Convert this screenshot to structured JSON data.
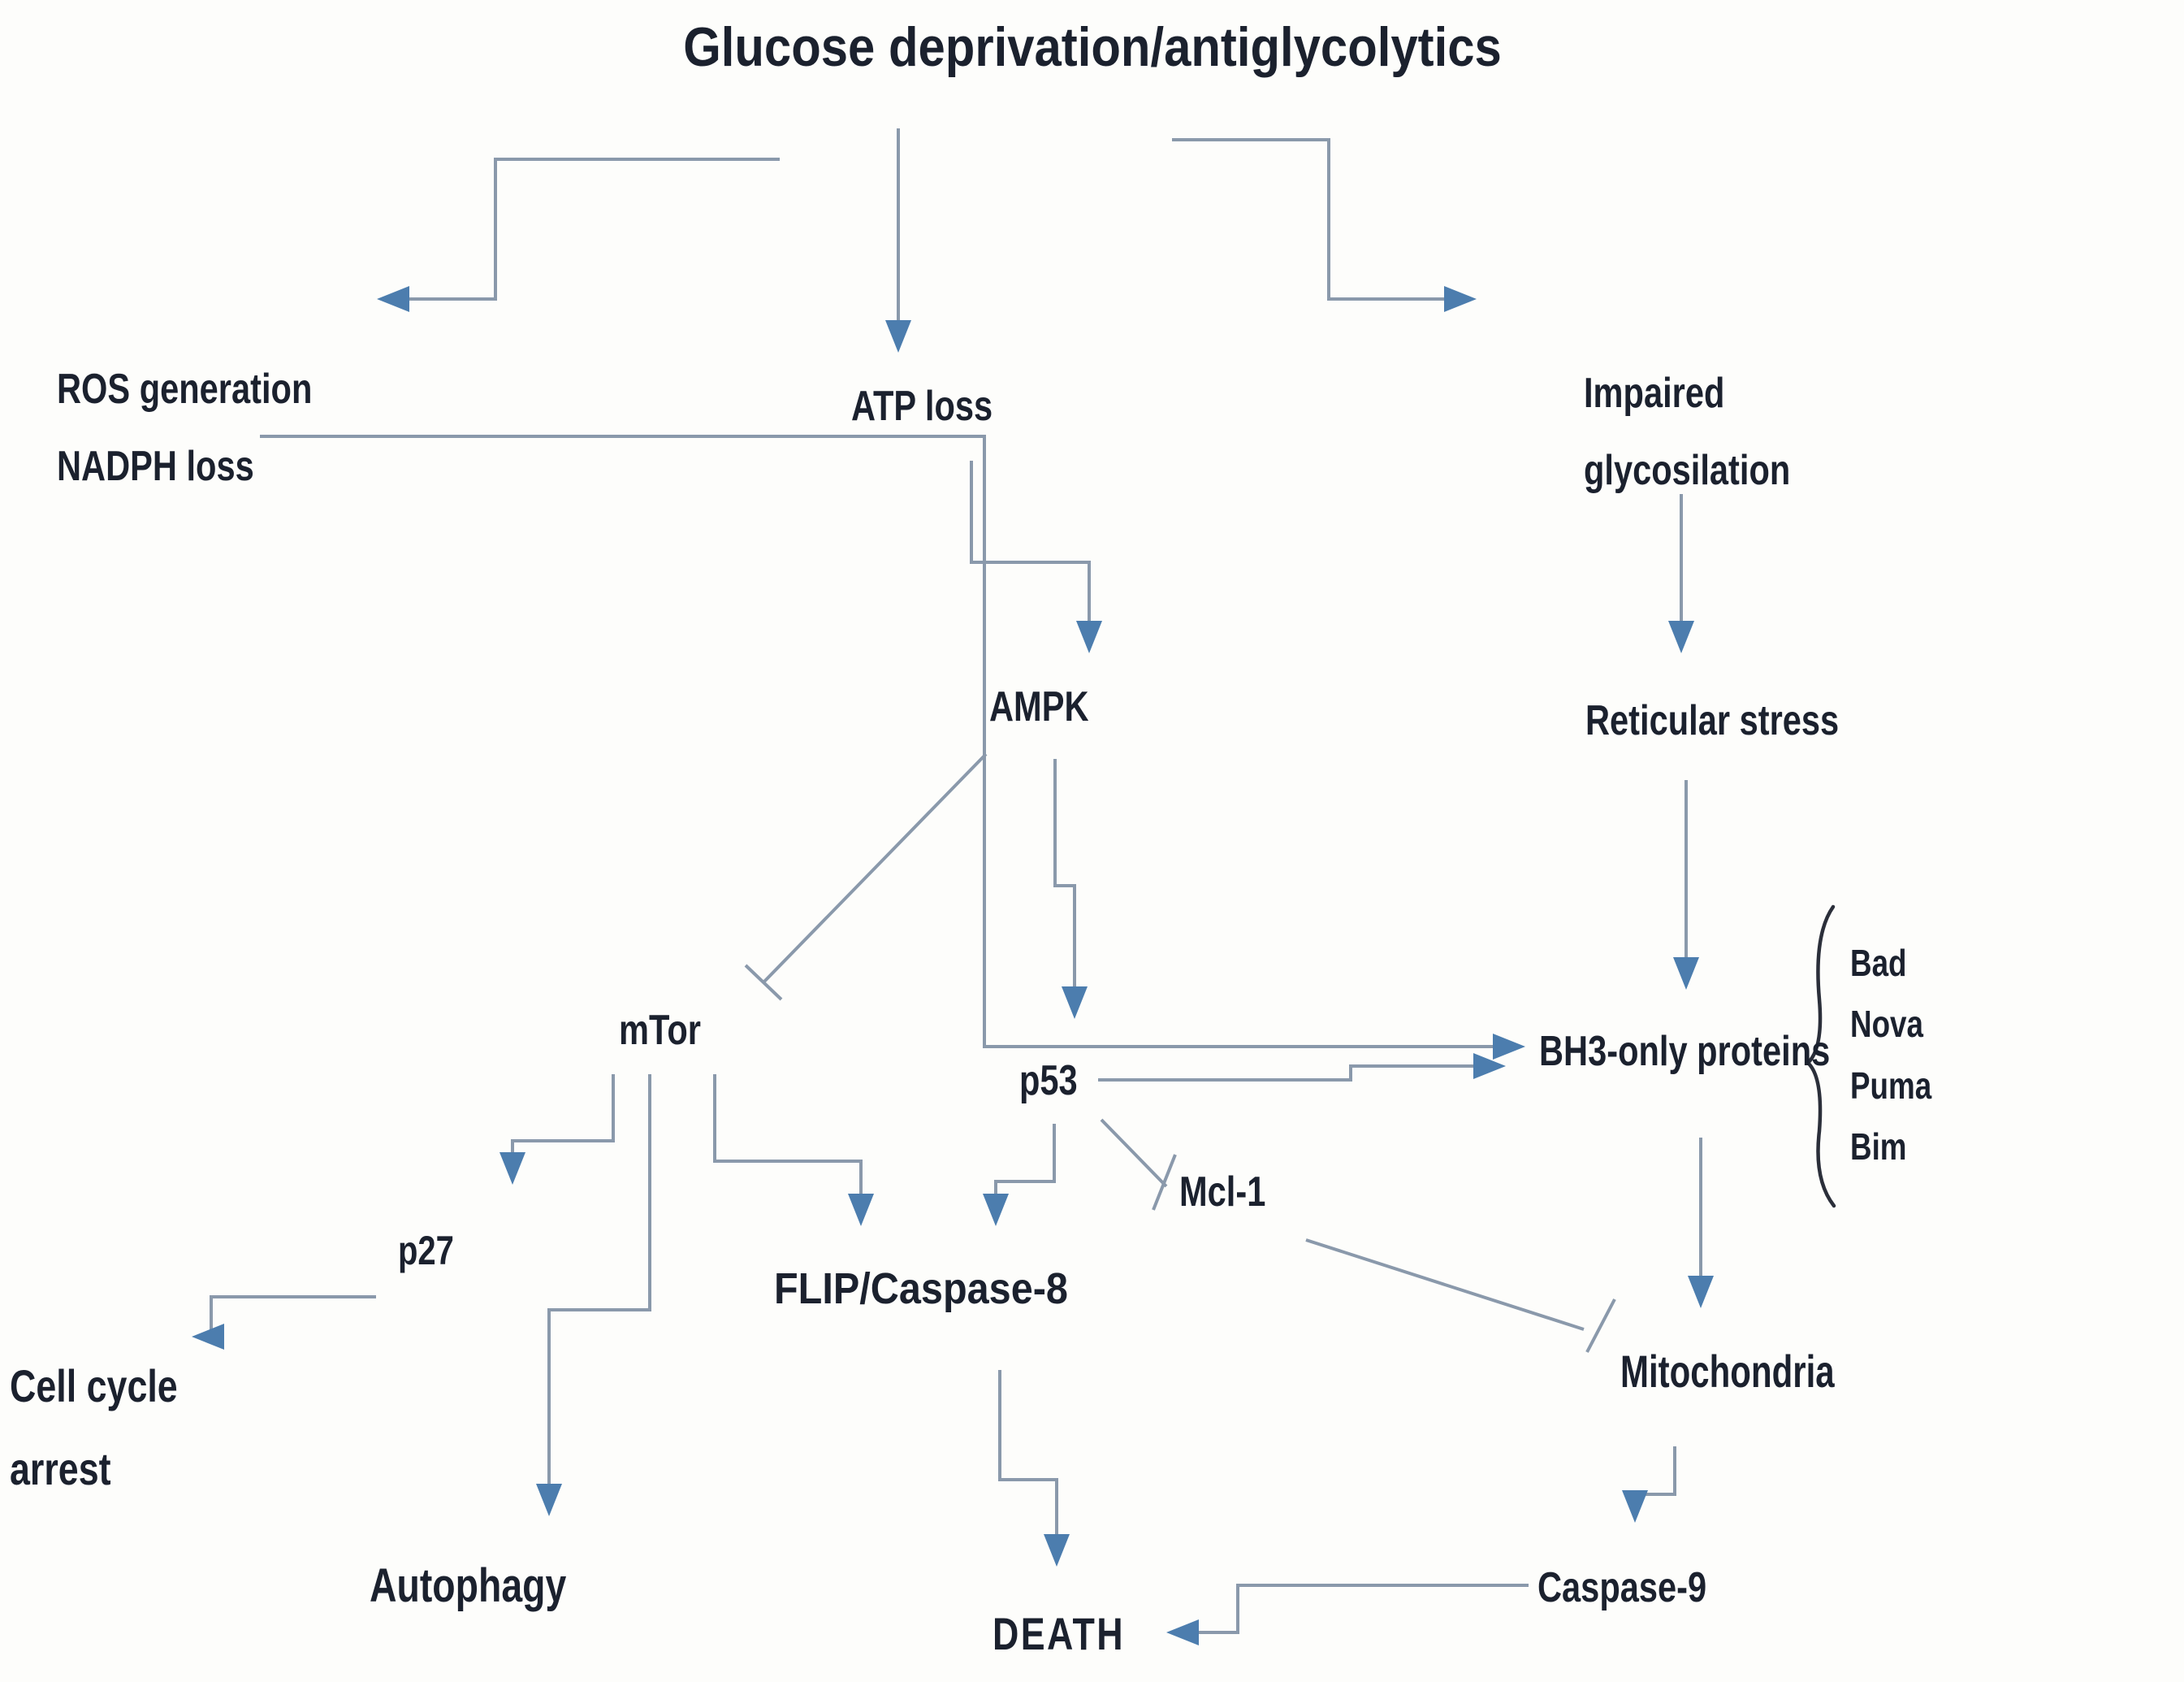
{
  "diagram": {
    "title": "Glucose deprivation/antiglycolytics",
    "nodes": {
      "ros": {
        "line1": "ROS generation",
        "line2": "NADPH loss"
      },
      "atp": {
        "label": "ATP loss"
      },
      "impaired": {
        "line1": "Impaired",
        "line2": "glycosilation"
      },
      "reticular": {
        "label": "Reticular stress"
      },
      "ampk": {
        "label": "AMPK"
      },
      "mtor": {
        "label": "mTor"
      },
      "p53": {
        "label": "p53"
      },
      "bh3": {
        "label": "BH3-only proteins"
      },
      "mcl1": {
        "label": "Mcl-1"
      },
      "p27": {
        "label": "p27"
      },
      "cellcycle": {
        "line1": "Cell cycle",
        "line2": "arrest"
      },
      "autophagy": {
        "label": "Autophagy"
      },
      "flip": {
        "label": "FLIP/Caspase-8"
      },
      "death": {
        "label": "DEATH"
      },
      "mitochondria": {
        "label": "Mitochondria"
      },
      "caspase9": {
        "label": "Caspase-9"
      },
      "bh3_members": [
        "Bad",
        "Nova",
        "Puma",
        "Bim"
      ]
    },
    "edges": [
      {
        "from": "Glucose deprivation/antiglycolytics",
        "to": "ROS generation / NADPH loss",
        "effect": "activate"
      },
      {
        "from": "Glucose deprivation/antiglycolytics",
        "to": "ATP loss",
        "effect": "activate"
      },
      {
        "from": "Glucose deprivation/antiglycolytics",
        "to": "Impaired glycosilation",
        "effect": "activate"
      },
      {
        "from": "ROS generation / NADPH loss / ATP loss",
        "to": "BH3-only proteins",
        "effect": "activate"
      },
      {
        "from": "ATP loss",
        "to": "AMPK",
        "effect": "activate"
      },
      {
        "from": "AMPK",
        "to": "p53",
        "effect": "activate"
      },
      {
        "from": "AMPK",
        "to": "mTor",
        "effect": "inhibit"
      },
      {
        "from": "mTor",
        "to": "p27",
        "effect": "activate"
      },
      {
        "from": "p27",
        "to": "Cell cycle arrest",
        "effect": "activate"
      },
      {
        "from": "mTor",
        "to": "Autophagy",
        "effect": "activate"
      },
      {
        "from": "mTor",
        "to": "FLIP/Caspase-8",
        "effect": "activate"
      },
      {
        "from": "p53",
        "to": "FLIP/Caspase-8",
        "effect": "activate"
      },
      {
        "from": "p53",
        "to": "BH3-only proteins",
        "effect": "activate"
      },
      {
        "from": "p53",
        "to": "Mcl-1",
        "effect": "inhibit"
      },
      {
        "from": "Mcl-1",
        "to": "Mitochondria",
        "effect": "inhibit"
      },
      {
        "from": "Impaired glycosilation",
        "to": "Reticular stress",
        "effect": "activate"
      },
      {
        "from": "Reticular stress",
        "to": "BH3-only proteins",
        "effect": "activate"
      },
      {
        "from": "BH3-only proteins",
        "to": "Mitochondria",
        "effect": "activate"
      },
      {
        "from": "Mitochondria",
        "to": "Caspase-9",
        "effect": "activate"
      },
      {
        "from": "Caspase-9",
        "to": "DEATH",
        "effect": "activate"
      },
      {
        "from": "FLIP/Caspase-8",
        "to": "DEATH",
        "effect": "activate"
      }
    ],
    "colors": {
      "line": "#8a99ab",
      "arrowhead": "#4c7dae",
      "text": "#1b212e",
      "background": "#fdfdfb",
      "brace": "#2b2f3a"
    }
  }
}
